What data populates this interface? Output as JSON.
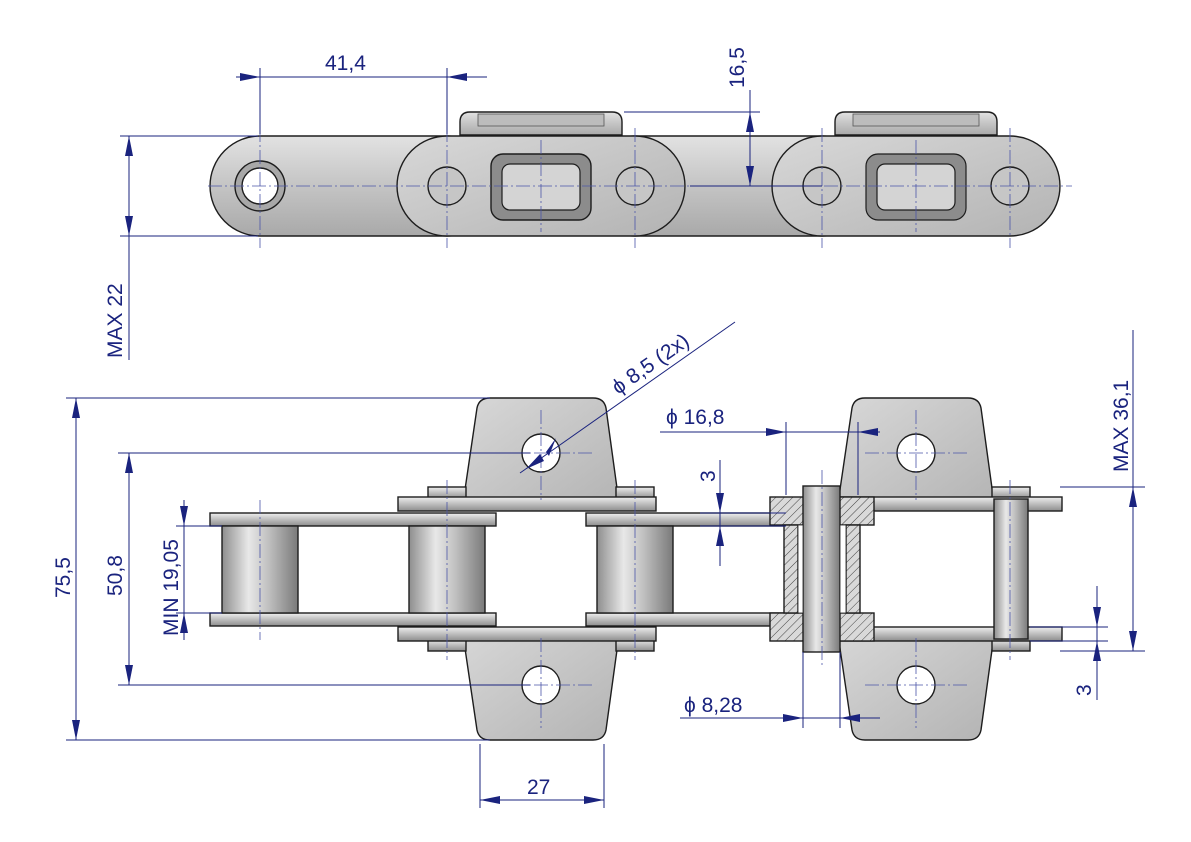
{
  "dimensions": {
    "pitch": "41,4",
    "height_offset": "16,5",
    "max_thickness": "MAX 22",
    "hole_diameter": "ϕ 8,5 (2x)",
    "roller_diameter": "ϕ 16,8",
    "max_width": "MAX 36,1",
    "overall_width": "75,5",
    "hole_spacing": "50,8",
    "min_inner_width": "MIN 19,05",
    "plate_thickness_top": "3",
    "plate_thickness_bottom": "3",
    "pin_diameter": "ϕ 8,28",
    "attachment_width": "27"
  },
  "colors": {
    "dimension": "#1a237e",
    "part_fill": "#c9c9c9",
    "outline": "#1d1d1d"
  }
}
